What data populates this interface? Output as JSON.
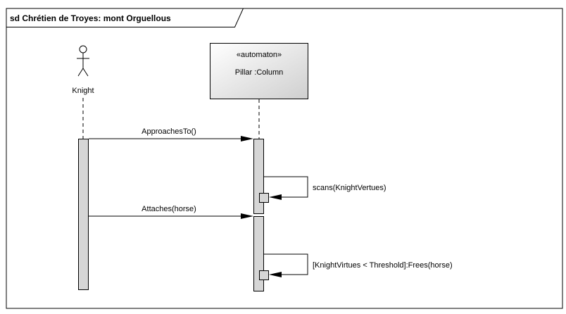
{
  "frame": {
    "title": "sd Chrétien de Troyes: mont Orguellous"
  },
  "lifelines": [
    {
      "id": "knight",
      "kind": "actor",
      "name": "Knight"
    },
    {
      "id": "pillar",
      "kind": "object",
      "stereotype": "«automaton»",
      "name": "Pillar :Column"
    }
  ],
  "messages": [
    {
      "id": "m1",
      "from": "knight",
      "to": "pillar",
      "label": "ApproachesTo()"
    },
    {
      "id": "m2",
      "from": "pillar",
      "to": "pillar",
      "label": "scans(KnightVertues)"
    },
    {
      "id": "m3",
      "from": "knight",
      "to": "pillar",
      "label": "Attaches(horse)"
    },
    {
      "id": "m4",
      "from": "pillar",
      "to": "pillar",
      "label": "[KnightVirtues < Threshold]:Frees(horse)"
    }
  ]
}
